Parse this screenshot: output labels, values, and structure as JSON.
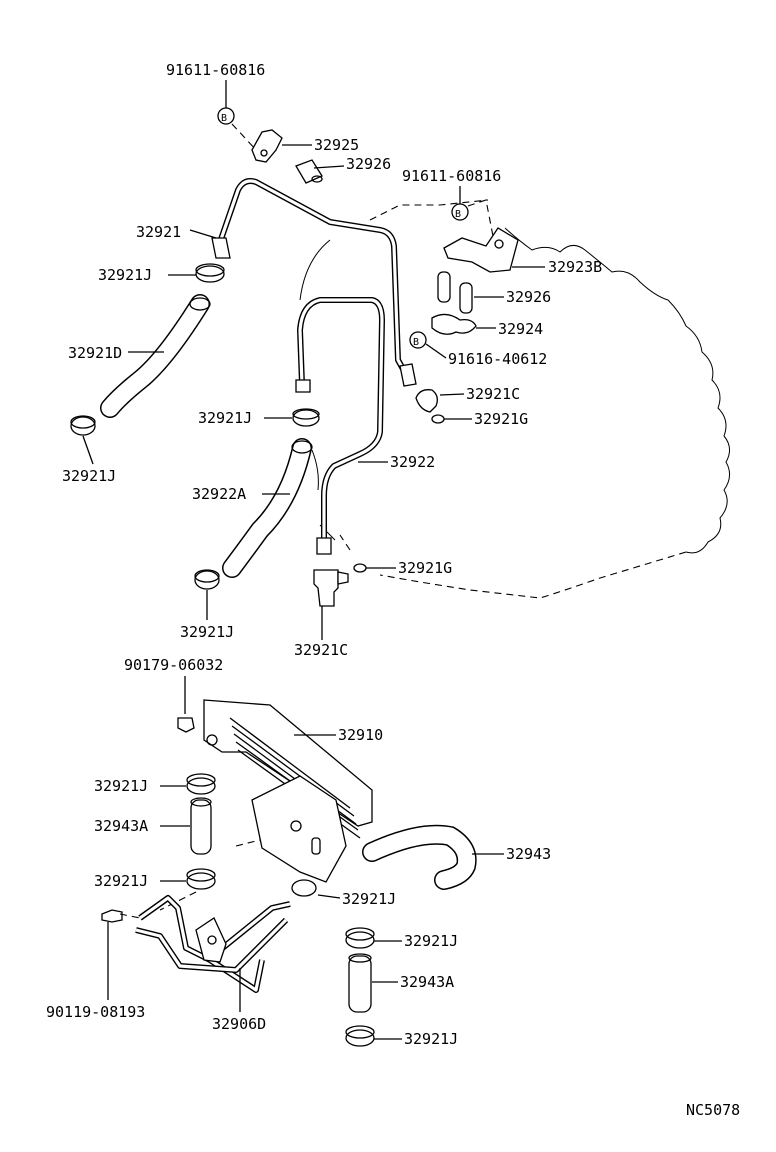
{
  "diagram_id": "NC5078",
  "bolt_symbol": "B",
  "labels": {
    "p91611_top": "91611-60816",
    "p32925": "32925",
    "p32926_top": "32926",
    "p91611_right": "91611-60816",
    "p32921": "32921",
    "p32923b": "32923B",
    "p32921j_1": "32921J",
    "p32926_right": "32926",
    "p32924": "32924",
    "p32921d": "32921D",
    "p91616": "91616-40612",
    "p32921c_top": "32921C",
    "p32921g_top": "32921G",
    "p32921j_2": "32921J",
    "p32921j_3": "32921J",
    "p32922": "32922",
    "p32922a": "32922A",
    "p32921g_bot": "32921G",
    "p32921j_4": "32921J",
    "p32921c_bot": "32921C",
    "p90179": "90179-06032",
    "p32910": "32910",
    "p32921j_5": "32921J",
    "p32943a_left": "32943A",
    "p32943": "32943",
    "p32921j_6": "32921J",
    "p32921j_7": "32921J",
    "p32921j_8": "32921J",
    "p32943a_right": "32943A",
    "p90119": "90119-08193",
    "p32906d": "32906D",
    "p32921j_9": "32921J"
  }
}
